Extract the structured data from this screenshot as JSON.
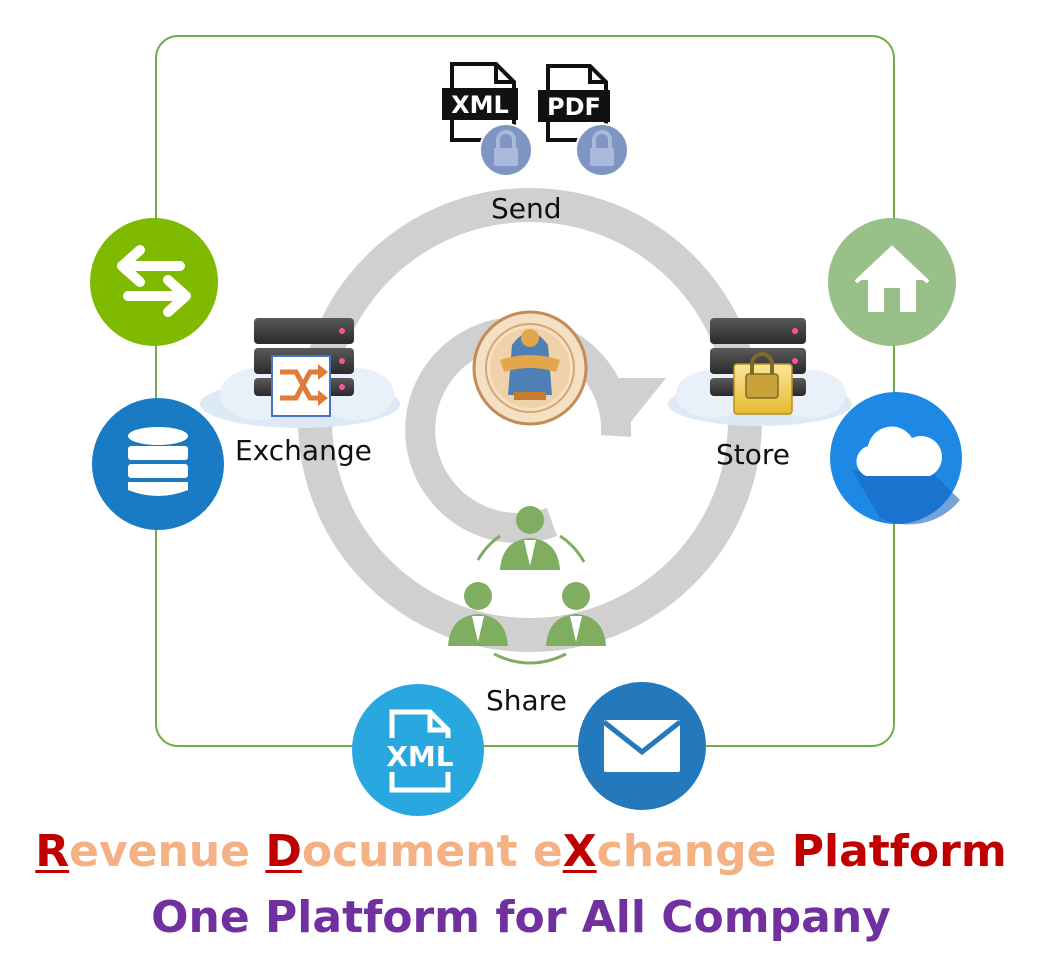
{
  "diagram": {
    "labels": {
      "send": "Send",
      "exchange": "Exchange",
      "store": "Store",
      "share": "Share"
    },
    "file_badges": {
      "xml": "XML",
      "pdf": "PDF"
    },
    "side_icons": {
      "exchange_arrows": "exchange-arrows-icon",
      "database": "database-icon",
      "home": "home-icon",
      "cloud": "cloud-icon",
      "xml_file": "XML",
      "email": "email-icon"
    }
  },
  "title": {
    "line1": {
      "w1_initial": "R",
      "w1_rest": "evenue ",
      "w2_initial": "D",
      "w2_rest": "ocument ",
      "w3_pre": "e",
      "w3_initial": "X",
      "w3_rest": "change ",
      "w4": "Platform"
    },
    "line2": "One Platform for All Company"
  },
  "colors": {
    "frame": "#70ad47",
    "ring": "#d0d0d0",
    "people": "#7fae60",
    "green_circle": "#7fba00",
    "db_circle": "#1a7bc5",
    "home_circle": "#9ac08a",
    "cloud_circle": "#1e88e5",
    "xml_circle": "#29a8e0",
    "mail_circle": "#2479bd",
    "title_red": "#c00000",
    "title_peach": "#f4b183",
    "subtitle_purple": "#7030a0"
  }
}
